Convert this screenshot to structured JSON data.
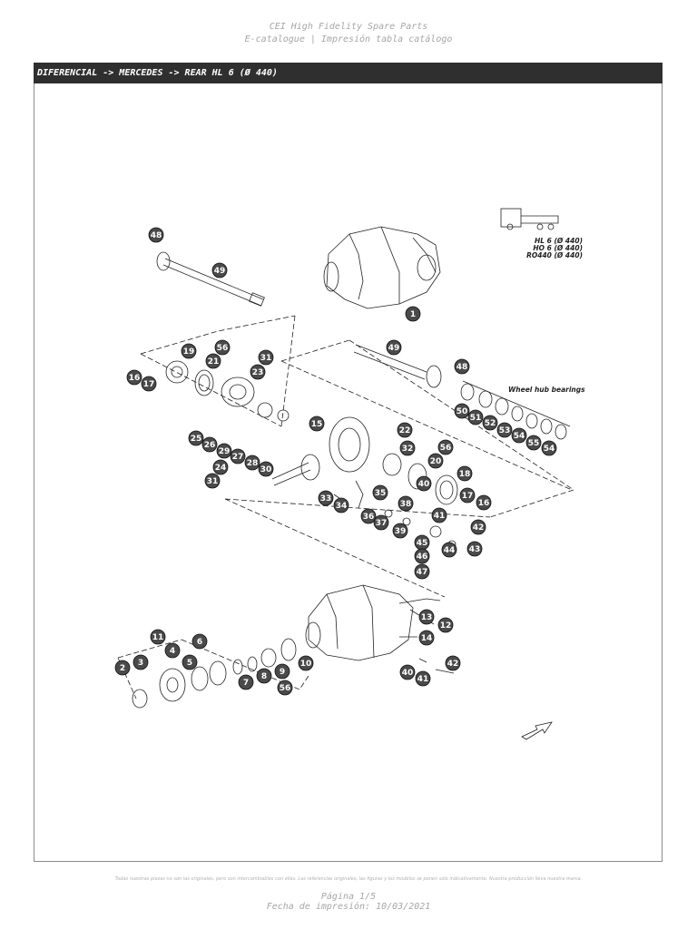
{
  "header": {
    "line1": "CEI High Fidelity Spare Parts",
    "line2": "E-catalogue | Impresión tabla catálogo"
  },
  "breadcrumb": "DIFERENCIAL -> MERCEDES -> REAR HL 6 (Ø 440)",
  "diagram": {
    "models": [
      "HL 6 (Ø 440)",
      "HO 6 (Ø 440)",
      "RO440 (Ø 440)"
    ],
    "wheel_hub_label": "Wheel hub bearings",
    "callouts": [
      "48",
      "49",
      "1",
      "19",
      "56",
      "31",
      "21",
      "23",
      "16",
      "17",
      "49",
      "48",
      "50",
      "51",
      "52",
      "53",
      "54",
      "55",
      "54",
      "15",
      "22",
      "25",
      "26",
      "29",
      "27",
      "28",
      "30",
      "32",
      "56",
      "20",
      "18",
      "24",
      "31",
      "33",
      "34",
      "35",
      "17",
      "16",
      "36",
      "37",
      "38",
      "39",
      "40",
      "41",
      "42",
      "45",
      "44",
      "43",
      "46",
      "47",
      "11",
      "6",
      "4",
      "3",
      "2",
      "5",
      "7",
      "8",
      "9",
      "10",
      "56",
      "13",
      "12",
      "14",
      "42",
      "40",
      "41"
    ]
  },
  "footer": {
    "disclaimer": "Todas nuestras piezas no son las originales, pero son intercambiables con ellas. Las referencias originales, las figuras y los modelos se ponen sólo indicativamente. Nuestra producción lleva nuestra marca.",
    "page": "Página 1/5",
    "print_date": "Fecha de impresión: 10/03/2021"
  },
  "colors": {
    "title_bar": "#2f2f2f",
    "callout_fill": "#4a4a4a",
    "line": "#222222"
  }
}
